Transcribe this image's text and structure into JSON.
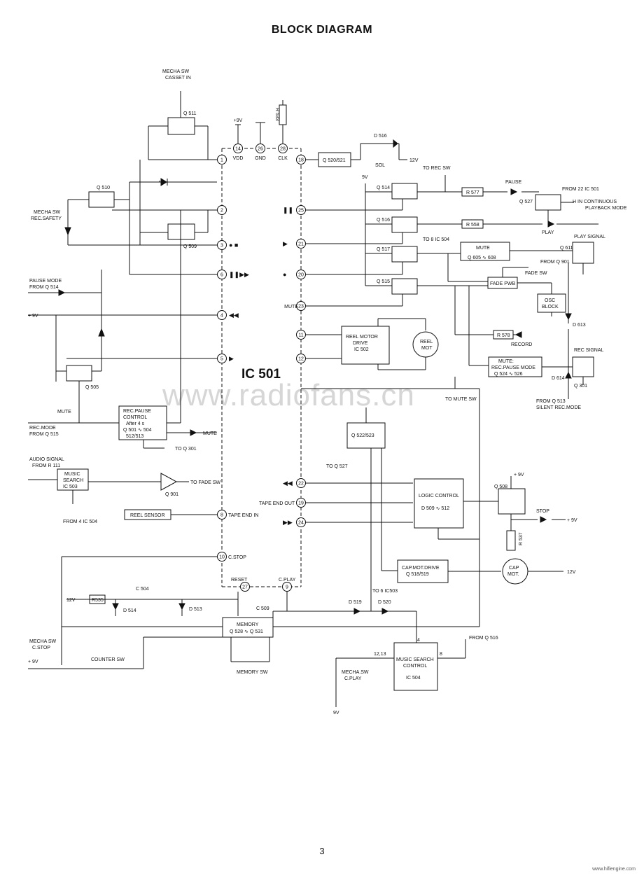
{
  "title": "BLOCK DIAGRAM",
  "page_number": "3",
  "watermark": "www.radiofans.cn",
  "footer_credit": "www.hifiengine.com",
  "ic_name": "IC 501",
  "power_pins": [
    {
      "num": "14",
      "label": "VDD",
      "supply": "+9V"
    },
    {
      "num": "26",
      "label": "GND"
    },
    {
      "num": "28",
      "label": "CLK",
      "resistor": "R 533"
    }
  ],
  "left_pins": [
    {
      "num": "1"
    },
    {
      "num": "2"
    },
    {
      "num": "3",
      "sym": "● ■"
    },
    {
      "num": "6",
      "sym": "❚❚▶▶"
    },
    {
      "num": "4",
      "sym": "◀◀"
    },
    {
      "num": "5",
      "sym": "▶"
    },
    {
      "num": "8",
      "label": "TAPE END IN"
    },
    {
      "num": "10",
      "label": "C.STOP"
    },
    {
      "num": "27",
      "label": "RESET"
    },
    {
      "num": "9",
      "label": "C.PLAY"
    }
  ],
  "right_pins": [
    {
      "num": "18"
    },
    {
      "num": "25",
      "sym": "❚❚"
    },
    {
      "num": "21",
      "sym": "▶"
    },
    {
      "num": "20",
      "sym": "●"
    },
    {
      "num": "23",
      "label": "MUTE"
    },
    {
      "num": "11"
    },
    {
      "num": "12"
    },
    {
      "num": "22",
      "sym": "◀◀"
    },
    {
      "num": "19",
      "label": "TAPE END OUT"
    },
    {
      "num": "24",
      "sym": "▶▶"
    }
  ],
  "transistors": {
    "q511": "Q 511",
    "q510": "Q 510",
    "q509": "Q 509",
    "q505": "Q 505",
    "q514": "Q 514",
    "q516": "Q 516",
    "q517": "Q 517",
    "q515": "Q 515",
    "q527": "Q 527",
    "q611": "Q 611",
    "q301": "Q 301",
    "q508": "Q 508",
    "q901": "Q 901"
  },
  "blocks": {
    "q520": "Q 520/521",
    "reel_motor": [
      "REEL MOTOR",
      "DRIVE",
      "IC 502"
    ],
    "reel_mot": [
      "REEL",
      "MOT"
    ],
    "q522": "Q 522/523",
    "logic": [
      "LOGIC CONTROL",
      "D 509  ∿  512"
    ],
    "capmot_drive": [
      "CAP.MOT.DRIVE",
      "Q 518/519"
    ],
    "cap_mot": [
      "CAP",
      "MOT."
    ],
    "memory": [
      "MEMORY",
      "Q 528 ∿ Q 531"
    ],
    "music_search_ctrl": [
      "MUSIC SEARCH",
      "CONTROL",
      "IC 504"
    ],
    "music_search_left": [
      "MUSIC",
      "SEARCH",
      "IC 503"
    ],
    "rec_pause": [
      "REC.PAUSE",
      "CONTROL",
      "After 4 s",
      "Q 501  ∿ 504",
      "512/513"
    ],
    "reel_sensor": "REEL SENSOR",
    "mute_block": [
      "MUTE",
      "Q 605  ∿  608"
    ],
    "fade_pwb": "FADE PWB",
    "osc": [
      "OSC",
      "BLOCK"
    ],
    "mute_rec": [
      "MUTE:",
      "REC.PAUSE MODE",
      "Q 524  ∿  526"
    ]
  },
  "labels": {
    "mecha_sw_cassetin": [
      "MECHA SW",
      "CASSET IN"
    ],
    "mecha_rec_safety": [
      "MECHA SW",
      "REC.SAFETY"
    ],
    "pause_mode": [
      "PAUSE MODE",
      "FROM Q 514"
    ],
    "plus9v_left": "+ 9V",
    "mute_left": "MUTE",
    "rec_mode": [
      "REC.MODE",
      "FROM Q 515"
    ],
    "audio_signal": [
      "AUDIO SIGNAL",
      "FROM  R 111"
    ],
    "from4_ic504": "FROM 4 IC 504",
    "to_q301": "TO Q 301",
    "to_fade_sw": "TO FADE SW",
    "mute_led": "MUTE",
    "d516": "D 516",
    "sol": "SOL",
    "plus12v_sol": "12V",
    "to_rec_sw": "TO REC SW",
    "nine_v_right": "9V",
    "to8_ic504": "TO 8 IC 504",
    "pause": "PAUSE",
    "r577": "R 577",
    "r558": "R 558",
    "from22": [
      "FROM 22 IC 501",
      "H   IN CONTINUOUS",
      "PLAYBACK MODE"
    ],
    "play": "PLAY",
    "play_signal": "PLAY SIGNAL",
    "from_q901": "FROM Q 901",
    "fade_sw": "FADE SW",
    "r578": "R 578",
    "record": "RECORD",
    "d613": "D 613",
    "rec_signal": "REC SIGNAL",
    "d614": "D 614",
    "from_q513": [
      "FROM Q 513",
      "SILENT REC.MODE"
    ],
    "to_mute_sw": "TO MUTE SW",
    "to_q527": "TO Q 527",
    "plus9v_q508": "+ 9V",
    "stop": "STOP",
    "plus9v_stop": "+ 9V",
    "r537": "R 537",
    "plus12v_cap": "12V",
    "to6_ic503": "TO 6 IC503",
    "d519": "D 519",
    "d520": "D 520",
    "c504": "C 504",
    "r535": "R535",
    "plus12v_left": "12V",
    "d514": "D 514",
    "d513": "D 513",
    "c509": "C 509",
    "mecha_cstop": [
      "MECHA SW",
      "C.STOP"
    ],
    "plus9v_bottom": "+ 9V",
    "counter_sw": "COUNTER SW",
    "memory_sw": "MEMORY SW",
    "mecha_cplay": [
      "MECHA.SW",
      "C.PLAY"
    ],
    "nine_v_bottom": "9V",
    "from_q516": "FROM Q 516",
    "pin_12_13": "12,13",
    "pin_4": "4",
    "pin_8": "8"
  }
}
